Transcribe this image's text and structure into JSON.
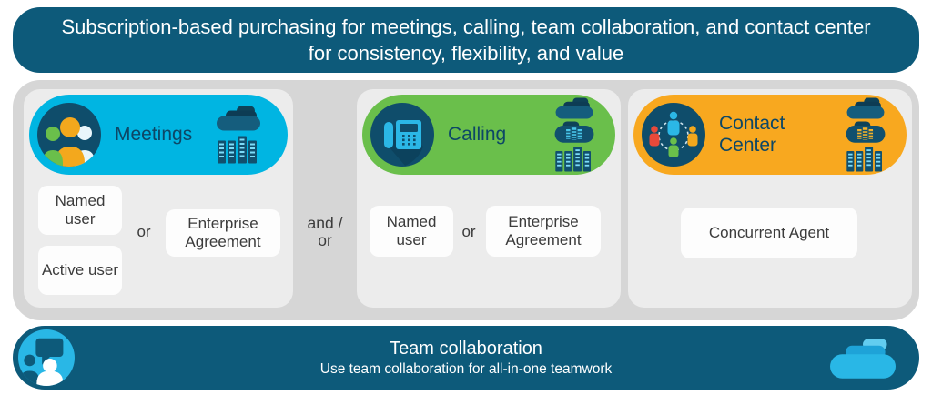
{
  "header": {
    "line1": "Subscription-based purchasing for meetings, calling, team collaboration, and contact center",
    "line2": "for consistency, flexibility, and value"
  },
  "sections": {
    "meetings": {
      "title": "Meetings",
      "icon": "people-group-icon",
      "deployment_icons": [
        "cloud-icon",
        "servers-icon"
      ],
      "options": {
        "named_user": "Named user",
        "active_user": "Active user",
        "or_label": "or",
        "enterprise": "Enterprise Agreement"
      }
    },
    "calling": {
      "title": "Calling",
      "icon": "desk-phone-icon",
      "deployment_icons": [
        "cloud-icon",
        "cloud-servers-icon",
        "servers-icon"
      ],
      "options": {
        "named_user": "Named user",
        "or_label": "or",
        "enterprise": "Enterprise Agreement"
      }
    },
    "contact_center": {
      "title": "Contact Center",
      "icon": "agents-network-icon",
      "deployment_icons": [
        "cloud-icon",
        "cloud-servers-icon",
        "servers-icon"
      ],
      "options": {
        "concurrent_agent": "Concurrent Agent"
      }
    }
  },
  "connector": {
    "line1": "and /",
    "line2": "or"
  },
  "footer": {
    "title": "Team collaboration",
    "subtitle": "Use team collaboration for all-in-one teamwork",
    "left_icon": "chat-person-icon",
    "right_icon": "stacked-cloud-icon"
  },
  "colors": {
    "banner_teal": "#0d5a7a",
    "meetings_cyan": "#00b5e2",
    "calling_green": "#6abf4b",
    "contact_orange": "#f8a81f",
    "icon_circle_teal": "#0f4d6b",
    "container_gray": "#d6d6d6",
    "panel_gray": "#ececec",
    "option_box_white": "#fdfdfd",
    "body_text": "#3b3b3b",
    "footer_icon_cyan": "#29b7e6"
  }
}
